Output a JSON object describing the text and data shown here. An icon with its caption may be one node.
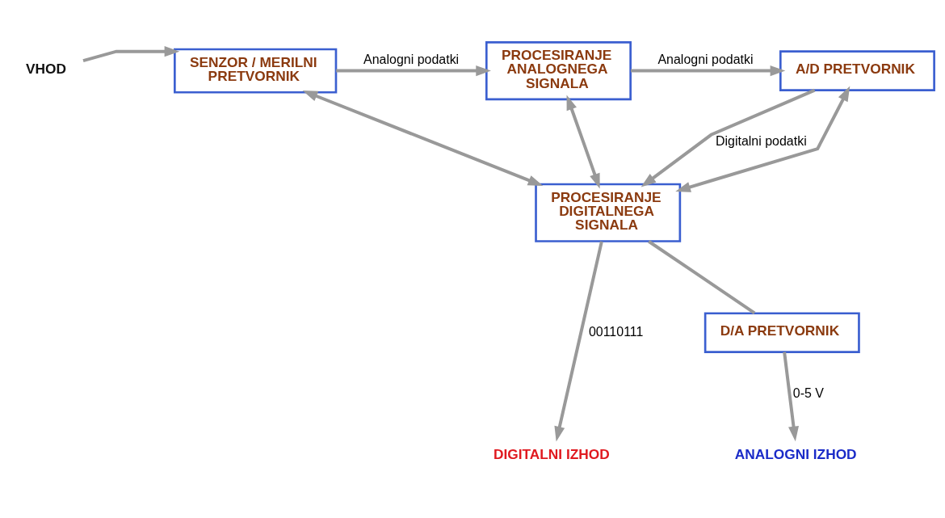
{
  "diagram": {
    "nodes": [
      {
        "text": [
          "VHOD"
        ]
      },
      {
        "text": [
          "SENZOR / MERILNI PRETVORNIK"
        ]
      },
      {
        "text": [
          "PROCESIRANJE ANALOGNEGA SIGNALA"
        ]
      },
      {
        "text": [
          "A/D PRETVORNIK"
        ]
      },
      {
        "text": [
          "PROCESIRANJE DIGITALNEGA SIGNALA"
        ]
      },
      {
        "text": [
          "D/A PRETVORNIK"
        ]
      },
      {
        "text": [
          "DIGITALNI IZHOD"
        ]
      },
      {
        "text": [
          "ANALOGNI IZHOD"
        ]
      }
    ],
    "edges": [
      {
        "from": 0,
        "to": 1,
        "arrow": "to"
      },
      {
        "from": 1,
        "to": 2,
        "arrow": "to",
        "label": "Analogni podatki"
      },
      {
        "from": 2,
        "to": 3,
        "arrow": "to",
        "label": "Analogni podatki"
      },
      {
        "from": 3,
        "to": 4,
        "arrow": "to",
        "label": "Digitalni podatki"
      },
      {
        "from": 4,
        "to": 1,
        "arrow": "both"
      },
      {
        "from": 4,
        "to": 2,
        "arrow": "both"
      },
      {
        "from": 4,
        "to": 3,
        "arrow": "both"
      },
      {
        "from": 4,
        "to": 6,
        "arrow": "to",
        "label": "00110111"
      },
      {
        "from": 4,
        "to": 5,
        "arrow": "none"
      },
      {
        "from": 5,
        "to": 7,
        "arrow": "to",
        "label": "0-5 V"
      }
    ]
  }
}
